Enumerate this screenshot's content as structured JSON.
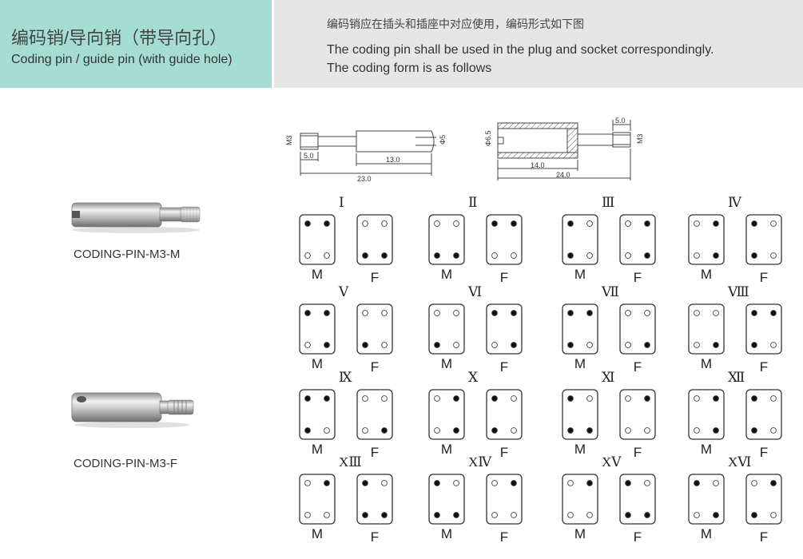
{
  "header": {
    "title_cn": "编码销/导向销（带导向孔）",
    "title_en": "Coding pin / guide pin (with guide hole)",
    "desc_cn": "编码销应在插头和插座中对应使用，编码形式如下图",
    "desc_en_1": "The coding pin shall be used in the plug and socket correspondingly.",
    "desc_en_2": "The coding form is as follows"
  },
  "products": [
    {
      "label": "CODING-PIN-M3-M"
    },
    {
      "label": "CODING-PIN-M3-F"
    }
  ],
  "drawing_male": {
    "thread": "M3",
    "diameter": "Φ5",
    "dims": [
      "5.0",
      "13.0",
      "23.0"
    ]
  },
  "drawing_female": {
    "diameter": "Φ6.5",
    "thread": "M3",
    "dims": [
      "5.0",
      "14.0",
      "24.0"
    ]
  },
  "codes": [
    {
      "name": "Ⅰ",
      "m": [
        1,
        1,
        0,
        0
      ],
      "f": [
        0,
        0,
        1,
        1
      ]
    },
    {
      "name": "Ⅱ",
      "m": [
        0,
        0,
        1,
        1
      ],
      "f": [
        1,
        1,
        0,
        0
      ]
    },
    {
      "name": "Ⅲ",
      "m": [
        1,
        0,
        1,
        0
      ],
      "f": [
        0,
        1,
        0,
        1
      ]
    },
    {
      "name": "Ⅳ",
      "m": [
        0,
        1,
        0,
        1
      ],
      "f": [
        1,
        0,
        1,
        0
      ]
    },
    {
      "name": "Ⅴ",
      "m": [
        1,
        1,
        0,
        1
      ],
      "f": [
        0,
        0,
        1,
        0
      ]
    },
    {
      "name": "Ⅵ",
      "m": [
        0,
        0,
        1,
        0
      ],
      "f": [
        1,
        1,
        0,
        1
      ]
    },
    {
      "name": "Ⅶ",
      "m": [
        1,
        1,
        1,
        0
      ],
      "f": [
        0,
        0,
        0,
        1
      ]
    },
    {
      "name": "Ⅷ",
      "m": [
        0,
        0,
        0,
        1
      ],
      "f": [
        1,
        1,
        1,
        0
      ]
    },
    {
      "name": "Ⅸ",
      "m": [
        1,
        1,
        1,
        0
      ],
      "f": [
        0,
        0,
        0,
        1
      ]
    },
    {
      "name": "Ⅹ",
      "m": [
        0,
        1,
        0,
        1
      ],
      "f": [
        1,
        0,
        1,
        0
      ]
    },
    {
      "name": "Ⅺ",
      "m": [
        1,
        0,
        1,
        1
      ],
      "f": [
        0,
        1,
        0,
        0
      ]
    },
    {
      "name": "Ⅻ",
      "m": [
        0,
        1,
        0,
        1
      ],
      "f": [
        1,
        0,
        1,
        0
      ]
    },
    {
      "name": "XⅢ",
      "m": [
        0,
        1,
        0,
        0
      ],
      "f": [
        1,
        0,
        1,
        1
      ]
    },
    {
      "name": "XⅣ",
      "m": [
        1,
        0,
        1,
        1
      ],
      "f": [
        0,
        1,
        0,
        0
      ]
    },
    {
      "name": "XⅤ",
      "m": [
        0,
        1,
        0,
        0
      ],
      "f": [
        1,
        0,
        1,
        1
      ]
    },
    {
      "name": "XⅥ",
      "m": [
        1,
        0,
        0,
        1
      ],
      "f": [
        0,
        1,
        1,
        0
      ]
    }
  ],
  "labels": {
    "m": "M",
    "f": "F"
  }
}
